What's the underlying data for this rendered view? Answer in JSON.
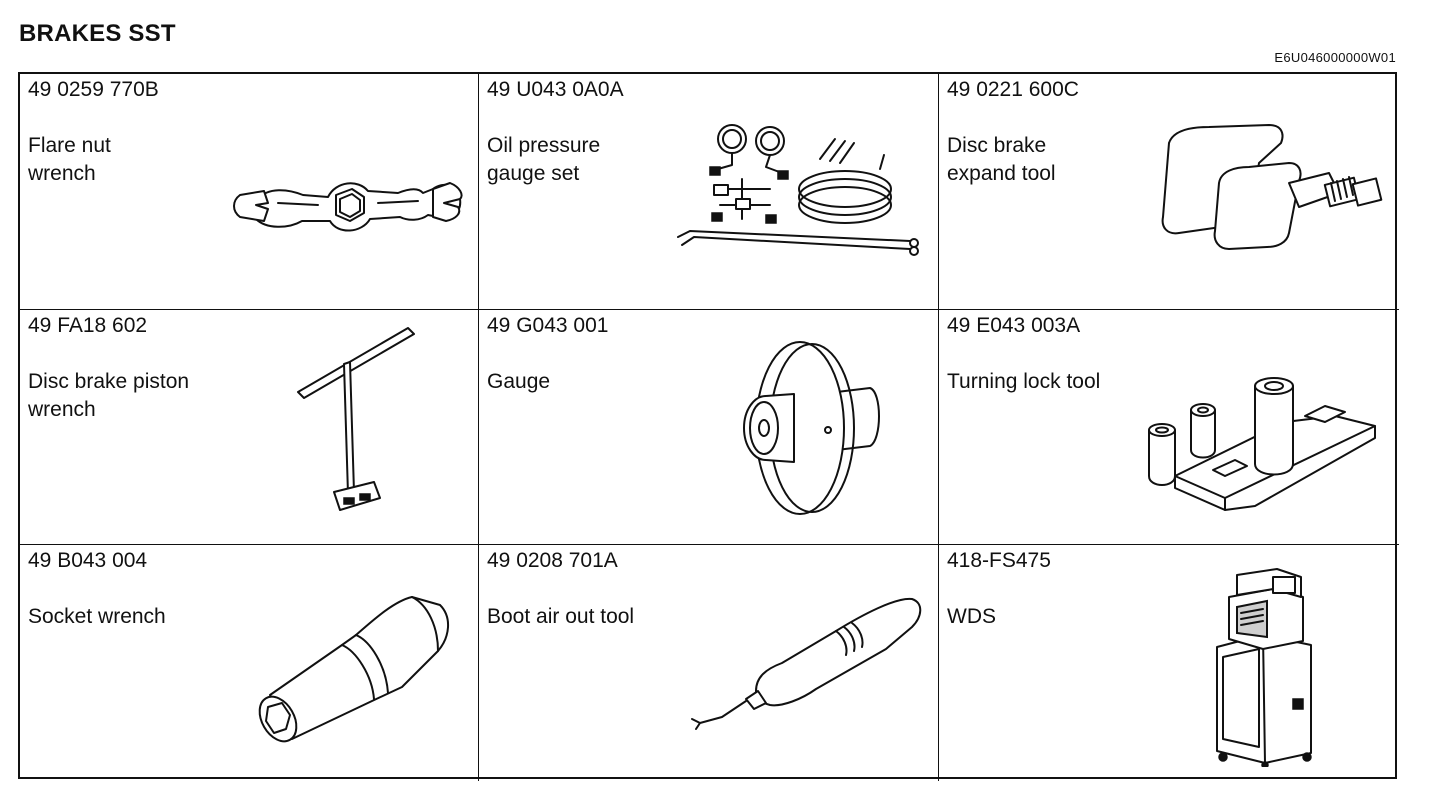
{
  "header": {
    "title": "BRAKES SST",
    "doc_code": "E6U046000000W01"
  },
  "tools": [
    {
      "part_no": "49 0259 770B",
      "name": "Flare nut wrench",
      "icon": "flare-nut-wrench-icon"
    },
    {
      "part_no": "49 U043 0A0A",
      "name": "Oil pressure gauge set",
      "icon": "oil-pressure-gauge-set-icon"
    },
    {
      "part_no": "49 0221 600C",
      "name": "Disc brake expand tool",
      "icon": "disc-brake-expand-tool-icon"
    },
    {
      "part_no": "49 FA18 602",
      "name": "Disc brake piston wrench",
      "icon": "disc-brake-piston-wrench-icon"
    },
    {
      "part_no": "49 G043 001",
      "name": "Gauge",
      "icon": "gauge-icon"
    },
    {
      "part_no": "49 E043 003A",
      "name": "Turning lock tool",
      "icon": "turning-lock-tool-icon"
    },
    {
      "part_no": "49 B043 004",
      "name": "Socket wrench",
      "icon": "socket-wrench-icon"
    },
    {
      "part_no": "49 0208 701A",
      "name": "Boot air out tool",
      "icon": "boot-air-out-tool-icon"
    },
    {
      "part_no": "418-FS475",
      "name": "WDS",
      "icon": "wds-icon"
    }
  ]
}
